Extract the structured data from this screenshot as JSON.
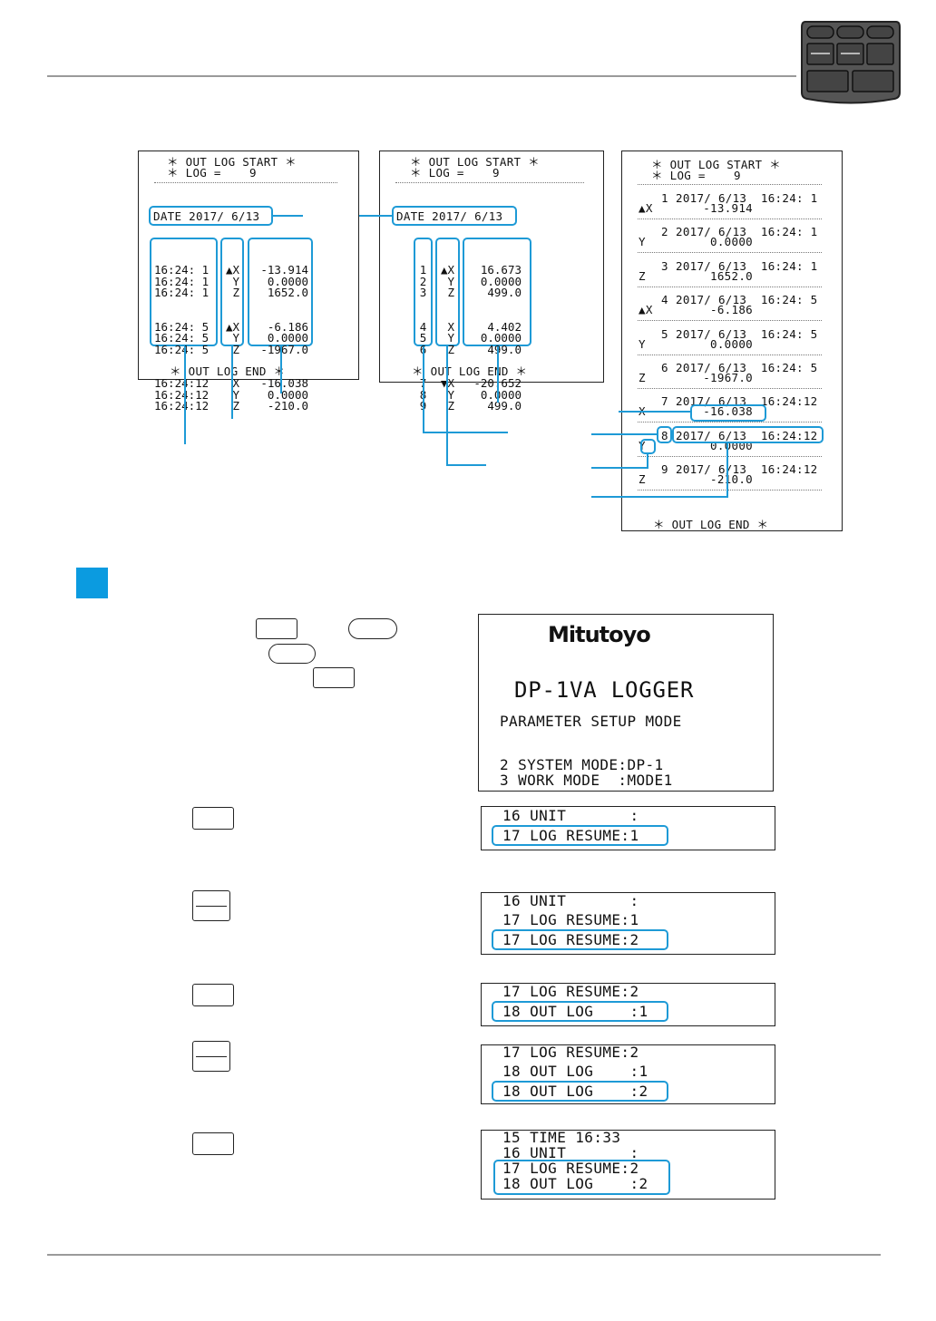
{
  "printout1": {
    "start": "＊ OUT LOG START ＊",
    "log": "＊ LOG =    9",
    "date": "DATE 2017/ 6/13",
    "times": [
      "16:24: 1",
      "16:24: 1",
      "16:24: 1",
      "16:24: 5",
      "16:24: 5",
      "16:24: 5",
      "16:24:12",
      "16:24:12",
      "16:24:12"
    ],
    "axes": [
      "▲X",
      "Y",
      "Z",
      "▲X",
      "Y",
      "Z",
      "X",
      "Y",
      "Z"
    ],
    "values": [
      "-13.914",
      "0.0000",
      "1652.0",
      "-6.186",
      "0.0000",
      "-1967.0",
      "-16.038",
      "0.0000",
      "-210.0"
    ],
    "end": "＊ OUT LOG END ＊"
  },
  "printout2": {
    "start": "＊ OUT LOG START ＊",
    "log": "＊ LOG =    9",
    "date": "DATE 2017/ 6/13",
    "numbers": [
      "1",
      "2",
      "3",
      "4",
      "5",
      "6",
      "7",
      "8",
      "9"
    ],
    "axes": [
      "▲X",
      "Y",
      "Z",
      "X",
      "Y",
      "Z",
      "▼X",
      "Y",
      "Z"
    ],
    "values": [
      "16.673",
      "0.0000",
      "499.0",
      "4.402",
      "0.0000",
      "499.0",
      "-20.652",
      "0.0000",
      "499.0"
    ],
    "end": "＊ OUT LOG END ＊"
  },
  "printout3": {
    "start": "＊ OUT LOG START ＊",
    "log": "＊ LOG =    9",
    "entries": [
      {
        "n": "1",
        "stamp": "2017/ 6/13  16:24: 1",
        "axis": "▲X",
        "value": "-13.914"
      },
      {
        "n": "2",
        "stamp": "2017/ 6/13  16:24: 1",
        "axis": "Y",
        "value": "0.0000"
      },
      {
        "n": "3",
        "stamp": "2017/ 6/13  16:24: 1",
        "axis": "Z",
        "value": "1652.0"
      },
      {
        "n": "4",
        "stamp": "2017/ 6/13  16:24: 5",
        "axis": "▲X",
        "value": "-6.186"
      },
      {
        "n": "5",
        "stamp": "2017/ 6/13  16:24: 5",
        "axis": "Y",
        "value": "0.0000"
      },
      {
        "n": "6",
        "stamp": "2017/ 6/13  16:24: 5",
        "axis": "Z",
        "value": "-1967.0"
      },
      {
        "n": "7",
        "stamp": "2017/ 6/13  16:24:12",
        "axis": "X",
        "value": "-16.038"
      },
      {
        "n": "8",
        "stamp": "2017/ 6/13  16:24:12",
        "axis": "Y",
        "value": "0.0000"
      },
      {
        "n": "9",
        "stamp": "2017/ 6/13  16:24:12",
        "axis": "Z",
        "value": "-210.0"
      }
    ],
    "end": "＊ OUT LOG END ＊"
  },
  "main_screen": {
    "brand": "Mitutoyo",
    "title": "DP-1VA LOGGER",
    "mode": "PARAMETER SETUP MODE",
    "line1": "2 SYSTEM MODE:DP-1",
    "line2": "3 WORK MODE  :MODE1"
  },
  "lcd_screens": [
    {
      "lines": [
        "16 UNIT       :",
        "17 LOG RESUME:1"
      ]
    },
    {
      "lines": [
        "16 UNIT       :",
        "17 LOG RESUME:1",
        "17 LOG RESUME:2"
      ]
    },
    {
      "lines": [
        "17 LOG RESUME:2",
        "18 OUT LOG    :1"
      ]
    },
    {
      "lines": [
        "17 LOG RESUME:2",
        "18 OUT LOG    :1",
        "18 OUT LOG    :2"
      ]
    },
    {
      "lines": [
        "15 TIME 16:33",
        "16 UNIT       :",
        "17 LOG RESUME:2",
        "18 OUT LOG    :2"
      ]
    }
  ]
}
